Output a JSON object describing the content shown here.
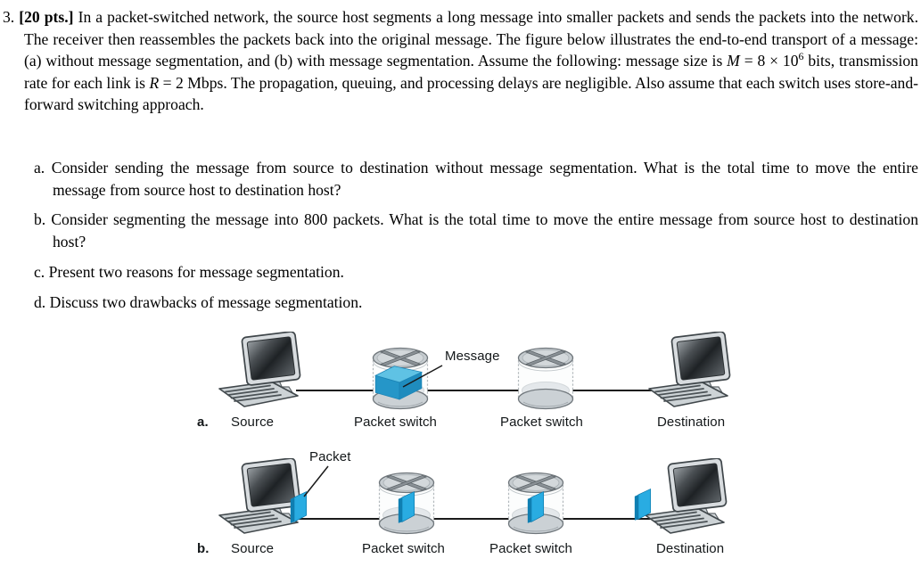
{
  "problem": {
    "number": "3.",
    "points_label": "[20 pts.]",
    "intro_1": "In a packet-switched network, the source host segments a long message into smaller packets and sends the packets into the network. The receiver then reassembles the packets back into the original message. The figure below illustrates the end-to-end transport of a message: (a) without message segmentation, and (b) with message segmentation. Assume the following: message size is",
    "m_var": "M",
    "m_mid": "= 8 × 10",
    "m_exp": "6",
    "intro_2": "bits, transmission rate for each link is",
    "r_var": "R",
    "intro_3": "= 2 Mbps. The propagation, queuing, and processing delays are negligible. Also assume that each switch uses store-and-forward switching approach."
  },
  "questions": [
    {
      "marker": "a.",
      "text": "Consider sending the message from source to destination without message segmentation. What is the total time to move the entire message from source host to destination host?"
    },
    {
      "marker": "b.",
      "text": "Consider segmenting the message into 800 packets. What is the total time to move the entire message from source host to destination host?"
    },
    {
      "marker": "c.",
      "text": "Present two reasons for message segmentation."
    },
    {
      "marker": "d.",
      "text": "Discuss two drawbacks of message segmentation."
    }
  ],
  "figure": {
    "row_a": {
      "marker": "a.",
      "source_label": "Source",
      "switch1_label": "Packet switch",
      "switch2_label": "Packet switch",
      "destination_label": "Destination",
      "callout_label": "Message"
    },
    "row_b": {
      "marker": "b.",
      "source_label": "Source",
      "switch1_label": "Packet switch",
      "switch2_label": "Packet switch",
      "destination_label": "Destination",
      "callout_label": "Packet"
    },
    "colors": {
      "packet_blue": "#29ACE2",
      "cube_top": "#5FC2E4",
      "cube_front": "#2596C8"
    }
  }
}
